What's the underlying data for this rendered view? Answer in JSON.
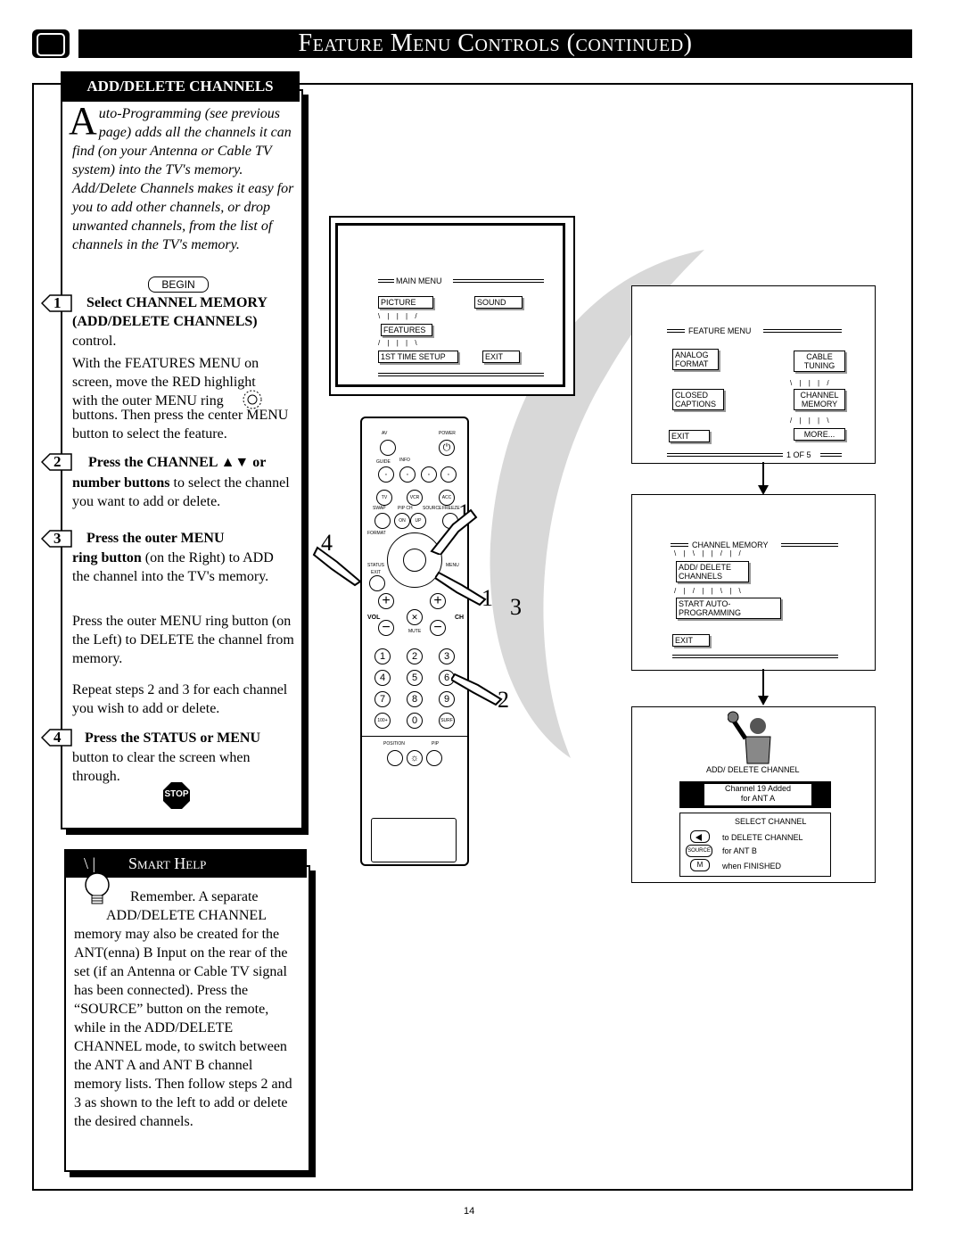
{
  "header": {
    "title": "Feature Menu Controls (continued)"
  },
  "left": {
    "heading": "ADD/DELETE CHANNELS",
    "intro_cap": "A",
    "intro_rest": "uto-Programming (see previous page) adds all the channels it can find (on your Antenna or Cable TV system) into the TV's memory. Add/Delete Channels makes it easy for you to add other channels, or drop unwanted channels, from the list of channels in the TV's memory.",
    "begin": "BEGIN",
    "step1_num": "1",
    "step1_title_a": "Select CHANNEL MEMORY",
    "step1_title_b": "(ADD/DELETE CHANNELS)",
    "step1_title_c": "control.",
    "step1_body_a": "With the FEATURES MENU on screen, move the RED highlight with the outer MENU ring",
    "step1_body_b": "buttons. Then press the center MENU button to select the feature.",
    "step2_num": "2",
    "step2_title": "Press the CHANNEL ▲▼ or",
    "step2_bold": "number buttons",
    "step2_body": " to select the channel you want to add or delete.",
    "step3_num": "3",
    "step3_title": "Press the outer MENU",
    "step3_bold": "ring button",
    "step3_body": " (on the Right) to ADD the channel into the TV's memory.",
    "step3_body2": "Press the outer MENU ring button (on the Left) to DELETE the channel from memory.",
    "step3_body3": "Repeat steps 2 and 3 for each channel you wish to add or delete.",
    "step4_num": "4",
    "step4_title": "Press the STATUS or MENU",
    "step4_body": "button to clear the screen when through.",
    "stop": "STOP"
  },
  "help": {
    "title": "Smart Help",
    "text_a": "Remember. A separate",
    "text_b": "ADD/DELETE CHANNEL",
    "text_c": "memory may also be created for the ANT(enna) B Input on the rear of the set (if an Antenna or Cable TV signal has been connected). Press the “SOURCE” button on the remote, while in the ADD/DELETE CHANNEL mode, to switch between the ANT A and ANT B channel memory lists. Then follow steps 2 and 3 as shown to the left to add or delete the desired channels."
  },
  "main_menu": {
    "title": "MAIN MENU",
    "picture": "PICTURE",
    "sound": "SOUND",
    "features": "FEATURES",
    "setup": "1ST TIME SETUP",
    "exit": "EXIT"
  },
  "feature_menu": {
    "title": "FEATURE MENU",
    "analog": "ANALOG FORMAT",
    "cable": "CABLE TUNING",
    "closed": "CLOSED CAPTIONS",
    "channel_memory": "CHANNEL MEMORY",
    "exit": "EXIT",
    "more": "MORE...",
    "page": "1  OF 5"
  },
  "channel_memory": {
    "title": "CHANNEL MEMORY",
    "add_delete": "ADD/ DELETE CHANNELS",
    "start": "START AUTO-PROGRAMMING",
    "exit": "EXIT"
  },
  "add_delete_screen": {
    "title": "ADD/ DELETE CHANNEL",
    "banner_a": "Channel 19 Added",
    "banner_b": "for ANT A",
    "select": "SELECT CHANNEL",
    "delete": "to DELETE CHANNEL",
    "source_key": "SOURCE",
    "antb": "for ANT B",
    "m_key": "M",
    "finished": "when FINISHED"
  },
  "remote": {
    "av": "AV",
    "power": "POWER",
    "guide": "GUIDE",
    "info": "INFO",
    "tv": "TV",
    "vcr": "VCR",
    "acc": "ACC",
    "swap": "SWAP",
    "pipch": "PIP CH",
    "source": "SOURCE",
    "freeze": "FREEZE",
    "on": "ON",
    "up": "UP",
    "format": "FORMAT",
    "status": "STATUS",
    "exit": "EXIT",
    "menu": "MENU",
    "vol": "VOL",
    "ch": "CH",
    "mute": "MUTE",
    "k1": "1",
    "k2": "2",
    "k3": "3",
    "k4": "4",
    "k5": "5",
    "k6": "6",
    "k7": "7",
    "k8": "8",
    "k9": "9",
    "k100": "100+",
    "k0": "0",
    "surf": "SURF",
    "position": "POSITION",
    "pip": "PIP"
  },
  "callouts": {
    "c1a": "1",
    "c4": "4",
    "c1b": "1",
    "c3": "3",
    "c2": "2"
  },
  "footer": {
    "page": "14"
  }
}
